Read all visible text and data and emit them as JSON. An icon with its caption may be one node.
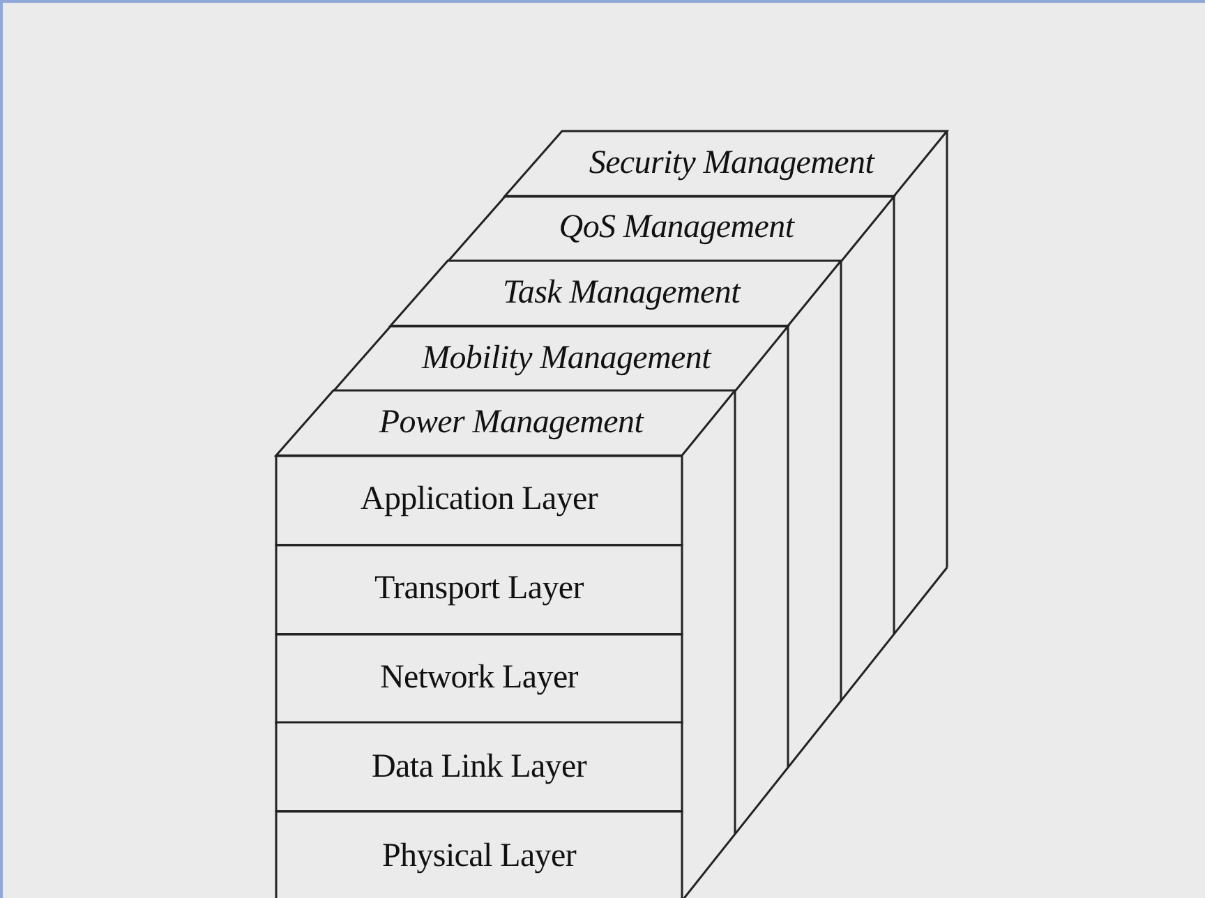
{
  "diagram": {
    "nodes": [
      {
        "text": [
          "Security Management"
        ]
      },
      {
        "text": [
          "QoS Management"
        ]
      },
      {
        "text": [
          "Task Management"
        ]
      },
      {
        "text": [
          "Mobility Management"
        ]
      },
      {
        "text": [
          "Power Management"
        ]
      },
      {
        "text": [
          "Application Layer"
        ]
      },
      {
        "text": [
          "Transport Layer"
        ]
      },
      {
        "text": [
          "Network Layer"
        ]
      },
      {
        "text": [
          "Data Link Layer"
        ]
      },
      {
        "text": [
          "Physical Layer"
        ]
      }
    ]
  }
}
